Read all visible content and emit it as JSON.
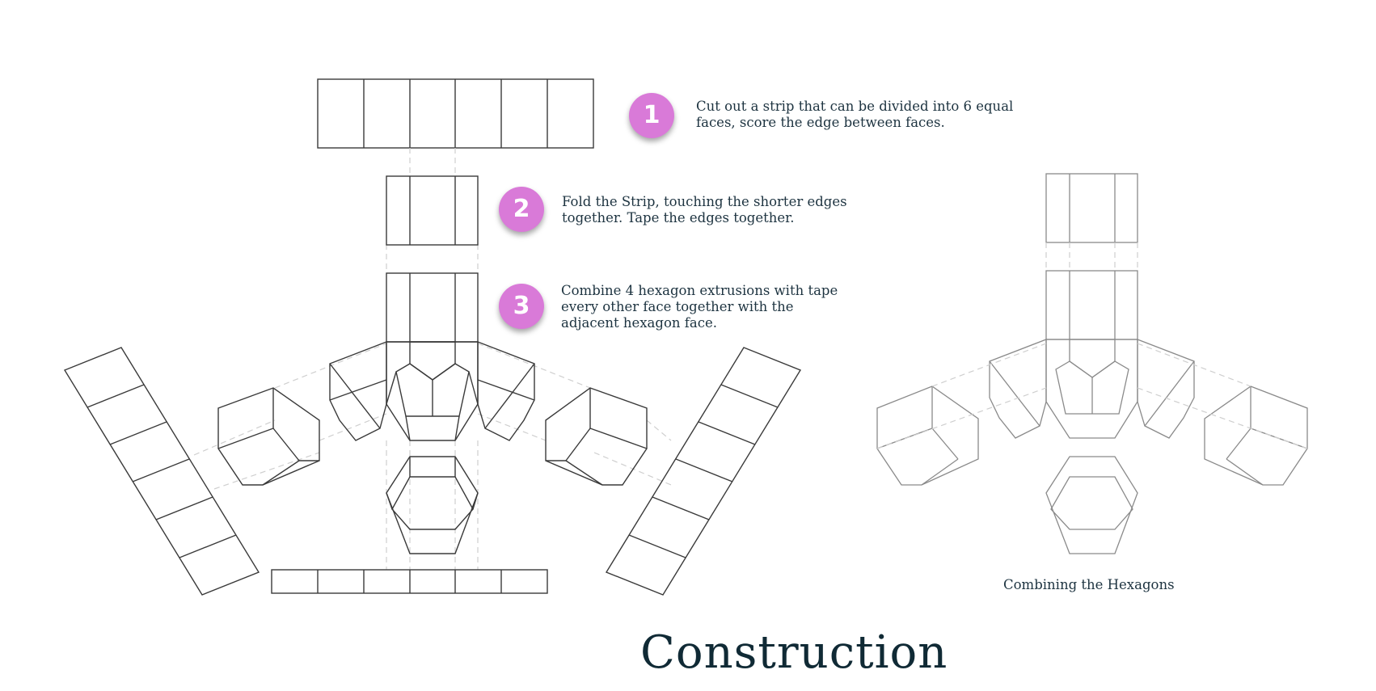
{
  "steps": [
    {
      "number": "1",
      "text_line1": "Cut out a strip that can be divided into 6 equal",
      "text_line2": "faces, score the edge between faces."
    },
    {
      "number": "2",
      "text_line1": "Fold the Strip, touching the shorter edges",
      "text_line2": "together. Tape the edges together."
    },
    {
      "number": "3",
      "text_line1": "Combine 4 hexagon extrusions with tape",
      "text_line2": "every other face together with the",
      "text_line3": "adjacent hexagon face."
    }
  ],
  "caption": "Combining the Hexagons",
  "title": "Construction",
  "colors": {
    "badge": "#d97ad8",
    "line": "#3a3a3a",
    "line_light": "#8a8a8a",
    "text": "#1d3340"
  }
}
